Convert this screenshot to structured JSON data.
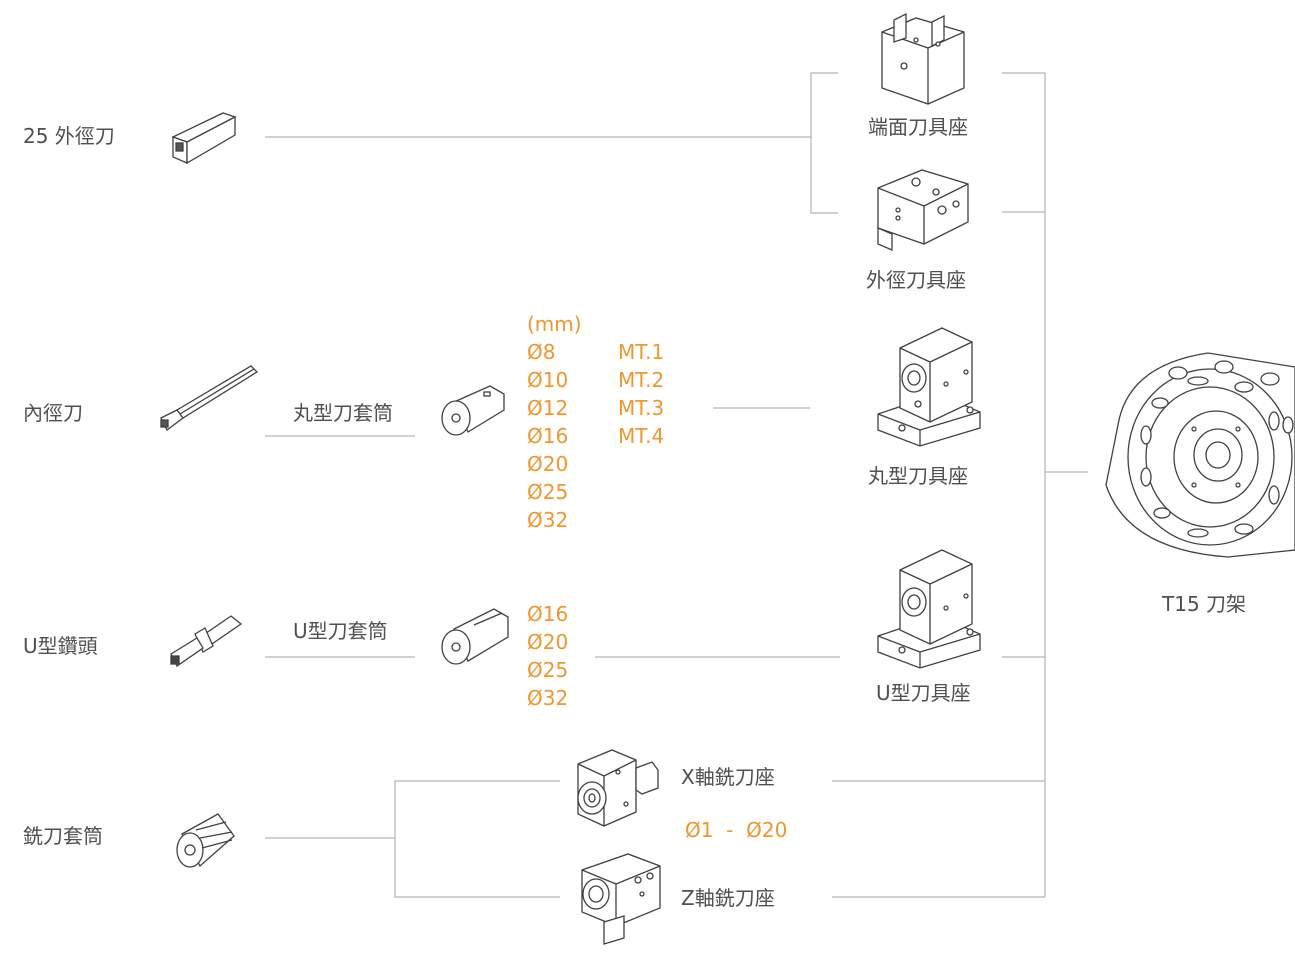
{
  "colors": {
    "line": "#b3b3b3",
    "label": "#505050",
    "accent": "#f0962d",
    "drawing": "#404040"
  },
  "tools": {
    "od_tool": "25 外徑刀",
    "id_tool": "內徑刀",
    "u_drill": "U型鑽頭",
    "mill_collet": "銑刀套筒"
  },
  "sleeves": {
    "round": "丸型刀套筒",
    "u": "U型刀套筒"
  },
  "holders": {
    "face": "端面刀具座",
    "od": "外徑刀具座",
    "round": "丸型刀具座",
    "u": "U型刀具座",
    "x_mill": "X軸銑刀座",
    "z_mill": "Z軸銑刀座"
  },
  "turret": "T15 刀架",
  "round_sizes": {
    "unit": "(mm)",
    "diameters": [
      "Ø8",
      "Ø10",
      "Ø12",
      "Ø16",
      "Ø20",
      "Ø25",
      "Ø32"
    ],
    "tapers": [
      "MT.1",
      "MT.2",
      "MT.3",
      "MT.4"
    ]
  },
  "u_sizes": [
    "Ø16",
    "Ø20",
    "Ø25",
    "Ø32"
  ],
  "mill_range": "Ø1  -  Ø20",
  "icons": [
    "od-tool-icon",
    "boring-bar-icon",
    "u-drill-icon",
    "collet-icon",
    "round-sleeve-icon",
    "u-sleeve-icon",
    "face-holder-icon",
    "od-holder-icon",
    "round-holder-icon",
    "u-holder-icon",
    "x-mill-holder-icon",
    "z-mill-holder-icon",
    "turret-icon"
  ]
}
